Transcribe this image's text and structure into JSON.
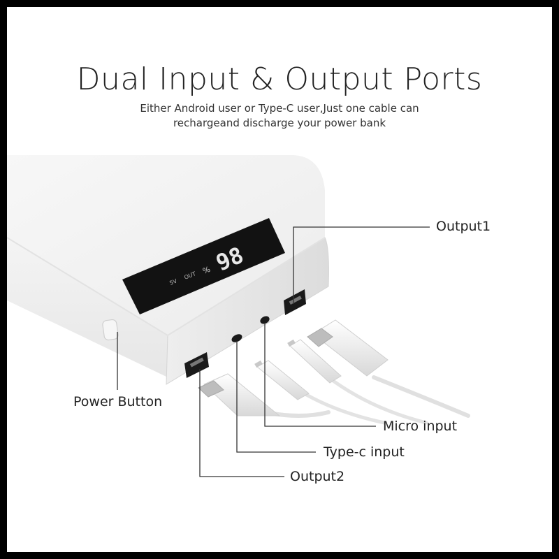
{
  "heading": {
    "title": "Dual Input & Output Ports",
    "subtitle_line1": "Either Android user or Type-C user,Just one cable can",
    "subtitle_line2": "rechargeand discharge your power bank"
  },
  "display": {
    "percent_value": "98",
    "percent_sign": "%",
    "out_label": "OUT",
    "volt_label": "5V"
  },
  "callouts": {
    "output1": "Output1",
    "power_button": "Power Button",
    "micro_input": "Micro input",
    "typec_input": "Type-c input",
    "output2": "Output2"
  },
  "colors": {
    "frame": "#000000",
    "background": "#ffffff",
    "device_body": "#f2f2f2",
    "screen": "#111111",
    "digits": "#e8e8e8"
  }
}
